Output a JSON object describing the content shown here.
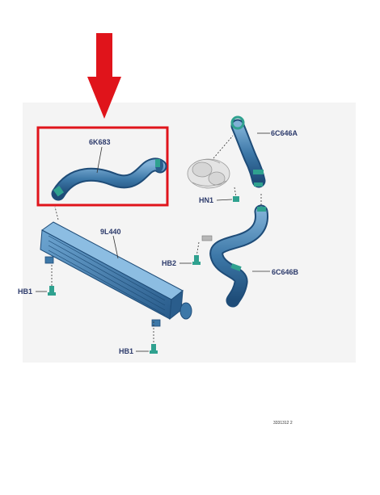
{
  "parts": {
    "highlighted_hose": "6K683",
    "intercooler": "9L440",
    "upper_hose": "6C646A",
    "lower_hose": "6C646B"
  },
  "fasteners": {
    "hb1_left": "HB1",
    "hb1_bottom": "HB1",
    "hb2": "HB2",
    "hn1": "HN1"
  },
  "reference_code": "3331312 2",
  "colors": {
    "highlight": "#e0141b",
    "part_blue": "#3d78a8",
    "fastener_teal": "#2fa18f",
    "label": "#2c3a6b"
  }
}
